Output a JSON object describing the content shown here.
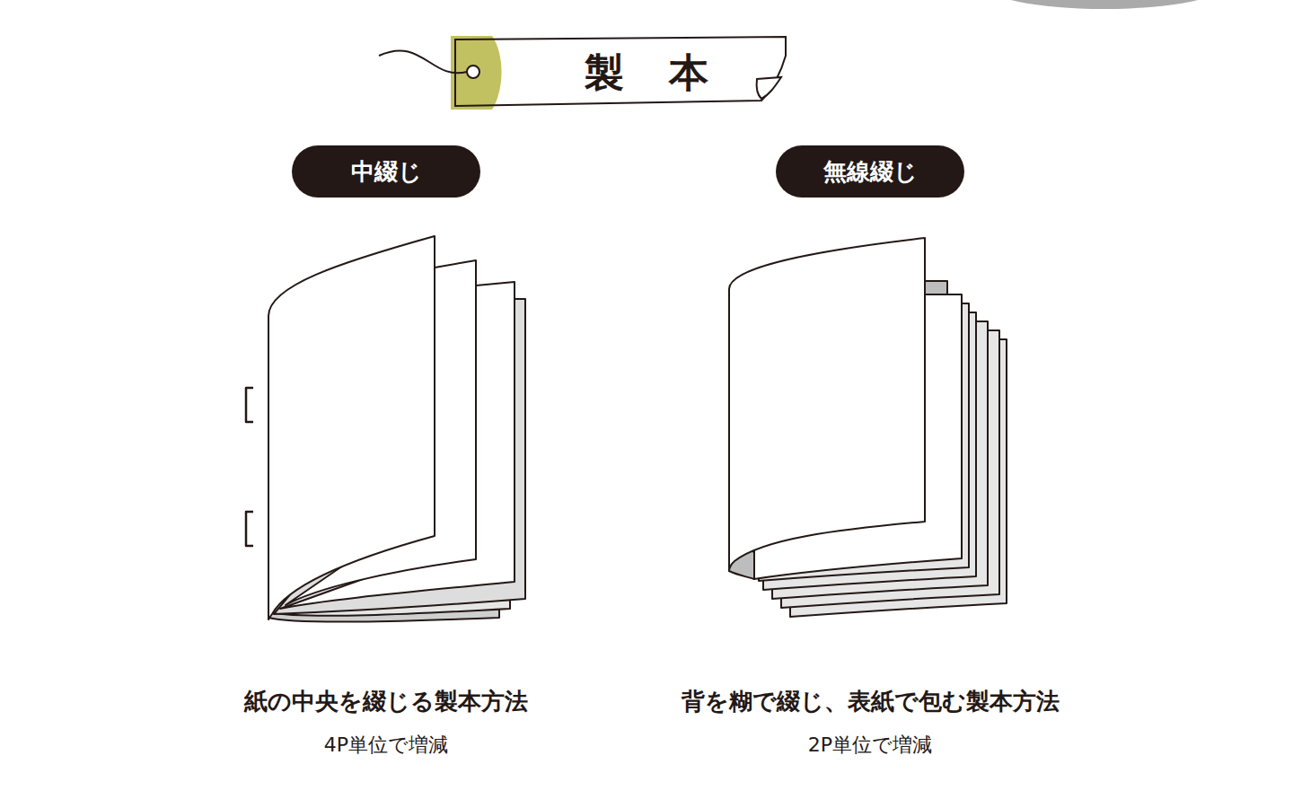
{
  "diagram": {
    "title": "製本",
    "nodes": [
      {
        "text": [
          "中綴じ"
        ]
      },
      {
        "text": [
          "無線綴じ"
        ]
      }
    ],
    "labels": [
      "紙の中央を綴じる製本方法",
      "4P単位で増減",
      "背を糊で綴じ、表紙で包む製本方法",
      "2P単位で増減"
    ]
  }
}
